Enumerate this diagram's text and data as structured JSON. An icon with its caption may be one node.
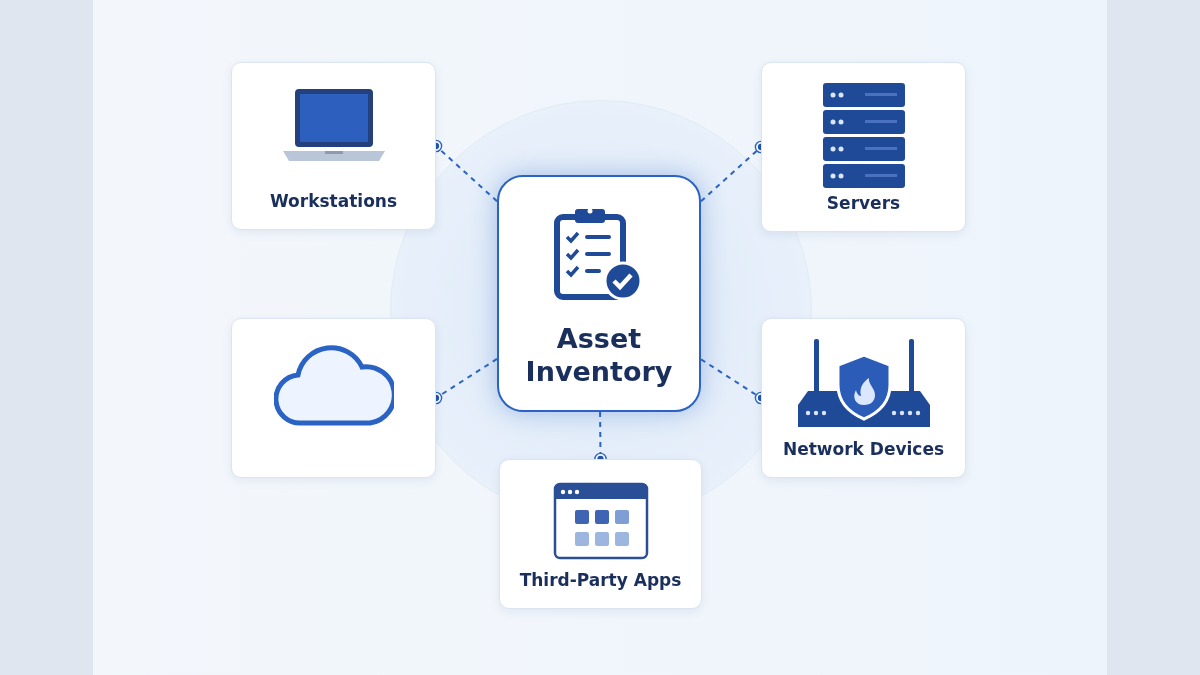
{
  "diagram": {
    "nodes": [
      {
        "text": [
          "Asset Inventory"
        ]
      },
      {
        "text": [
          "Workstations"
        ]
      },
      {
        "text": [
          "Servers"
        ]
      },
      {
        "text": [],
        "shape": "box"
      },
      {
        "text": [
          "Network Devices"
        ]
      },
      {
        "text": [
          "Third-Party Apps"
        ]
      }
    ],
    "edges": [
      {
        "from": 0,
        "to": 1,
        "arrow": "other",
        "style": "dashed"
      },
      {
        "from": 0,
        "to": 2,
        "arrow": "other",
        "style": "dashed"
      },
      {
        "from": 0,
        "to": 3,
        "arrow": "other",
        "style": "dashed"
      },
      {
        "from": 0,
        "to": 4,
        "arrow": "other",
        "style": "dashed"
      },
      {
        "from": 0,
        "to": 5,
        "arrow": "other",
        "style": "dashed"
      }
    ]
  }
}
